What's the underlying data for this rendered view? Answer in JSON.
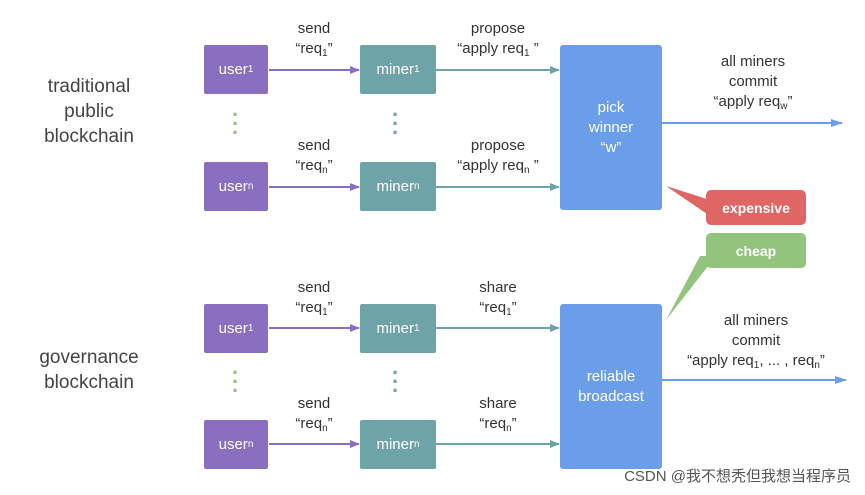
{
  "top": {
    "title_lines": [
      "traditional",
      "public",
      "blockchain"
    ],
    "row1": {
      "user": "user",
      "user_sub": "1",
      "send_label": "send",
      "req_open": "“req",
      "req_sub": "1",
      "req_close": "”",
      "miner": "miner",
      "miner_sub": "1",
      "propose_label": "propose",
      "apply_open": "“apply req",
      "apply_sub": "1",
      "apply_close": " ”"
    },
    "row2": {
      "user": "user",
      "user_sub": "n",
      "send_label": "send",
      "req_open": "“req",
      "req_sub": "n",
      "req_close": "”",
      "miner": "miner",
      "miner_sub": "n",
      "propose_label": "propose",
      "apply_open": "“apply req",
      "apply_sub": "n",
      "apply_close": " ”"
    },
    "center_lines": [
      "pick",
      "winner",
      "“w”"
    ],
    "output_lines": [
      "all miners",
      "commit"
    ],
    "output_apply_open": "“apply req",
    "output_apply_sub": "w",
    "output_apply_close": "”"
  },
  "badges": {
    "expensive": "expensive",
    "cheap": "cheap"
  },
  "bottom": {
    "title_lines": [
      "governance",
      "blockchain"
    ],
    "row1": {
      "user": "user",
      "user_sub": "1",
      "send_label": "send",
      "req_open": "“req",
      "req_sub": "1",
      "req_close": "”",
      "miner": "miner",
      "miner_sub": "1",
      "share_label": "share",
      "share_open": "“req",
      "share_sub": "1",
      "share_close": "”"
    },
    "row2": {
      "user": "user",
      "user_sub": "n",
      "send_label": "send",
      "req_open": "“req",
      "req_sub": "n",
      "req_close": "”",
      "miner": "miner",
      "miner_sub": "n",
      "share_label": "share",
      "share_open": "“req",
      "share_sub": "n",
      "share_close": "”"
    },
    "center_lines": [
      "reliable",
      "broadcast"
    ],
    "output_lines": [
      "all miners",
      "commit"
    ],
    "output_apply_open": "“apply req",
    "output_apply_sub": "1",
    "output_apply_mid": ", ... , req",
    "output_apply_sub2": "n",
    "output_apply_close": "”"
  },
  "watermark": "CSDN @我不想秃但我想当程序员",
  "colors": {
    "user": "#8a6fc0",
    "miner": "#6ea4a8",
    "center": "#6b9ee8",
    "expensive": "#e06666",
    "cheap": "#93c47d",
    "arrow_purple": "#8a6fc0",
    "arrow_teal": "#6ea4a8",
    "arrow_blue": "#6b9ee8"
  }
}
